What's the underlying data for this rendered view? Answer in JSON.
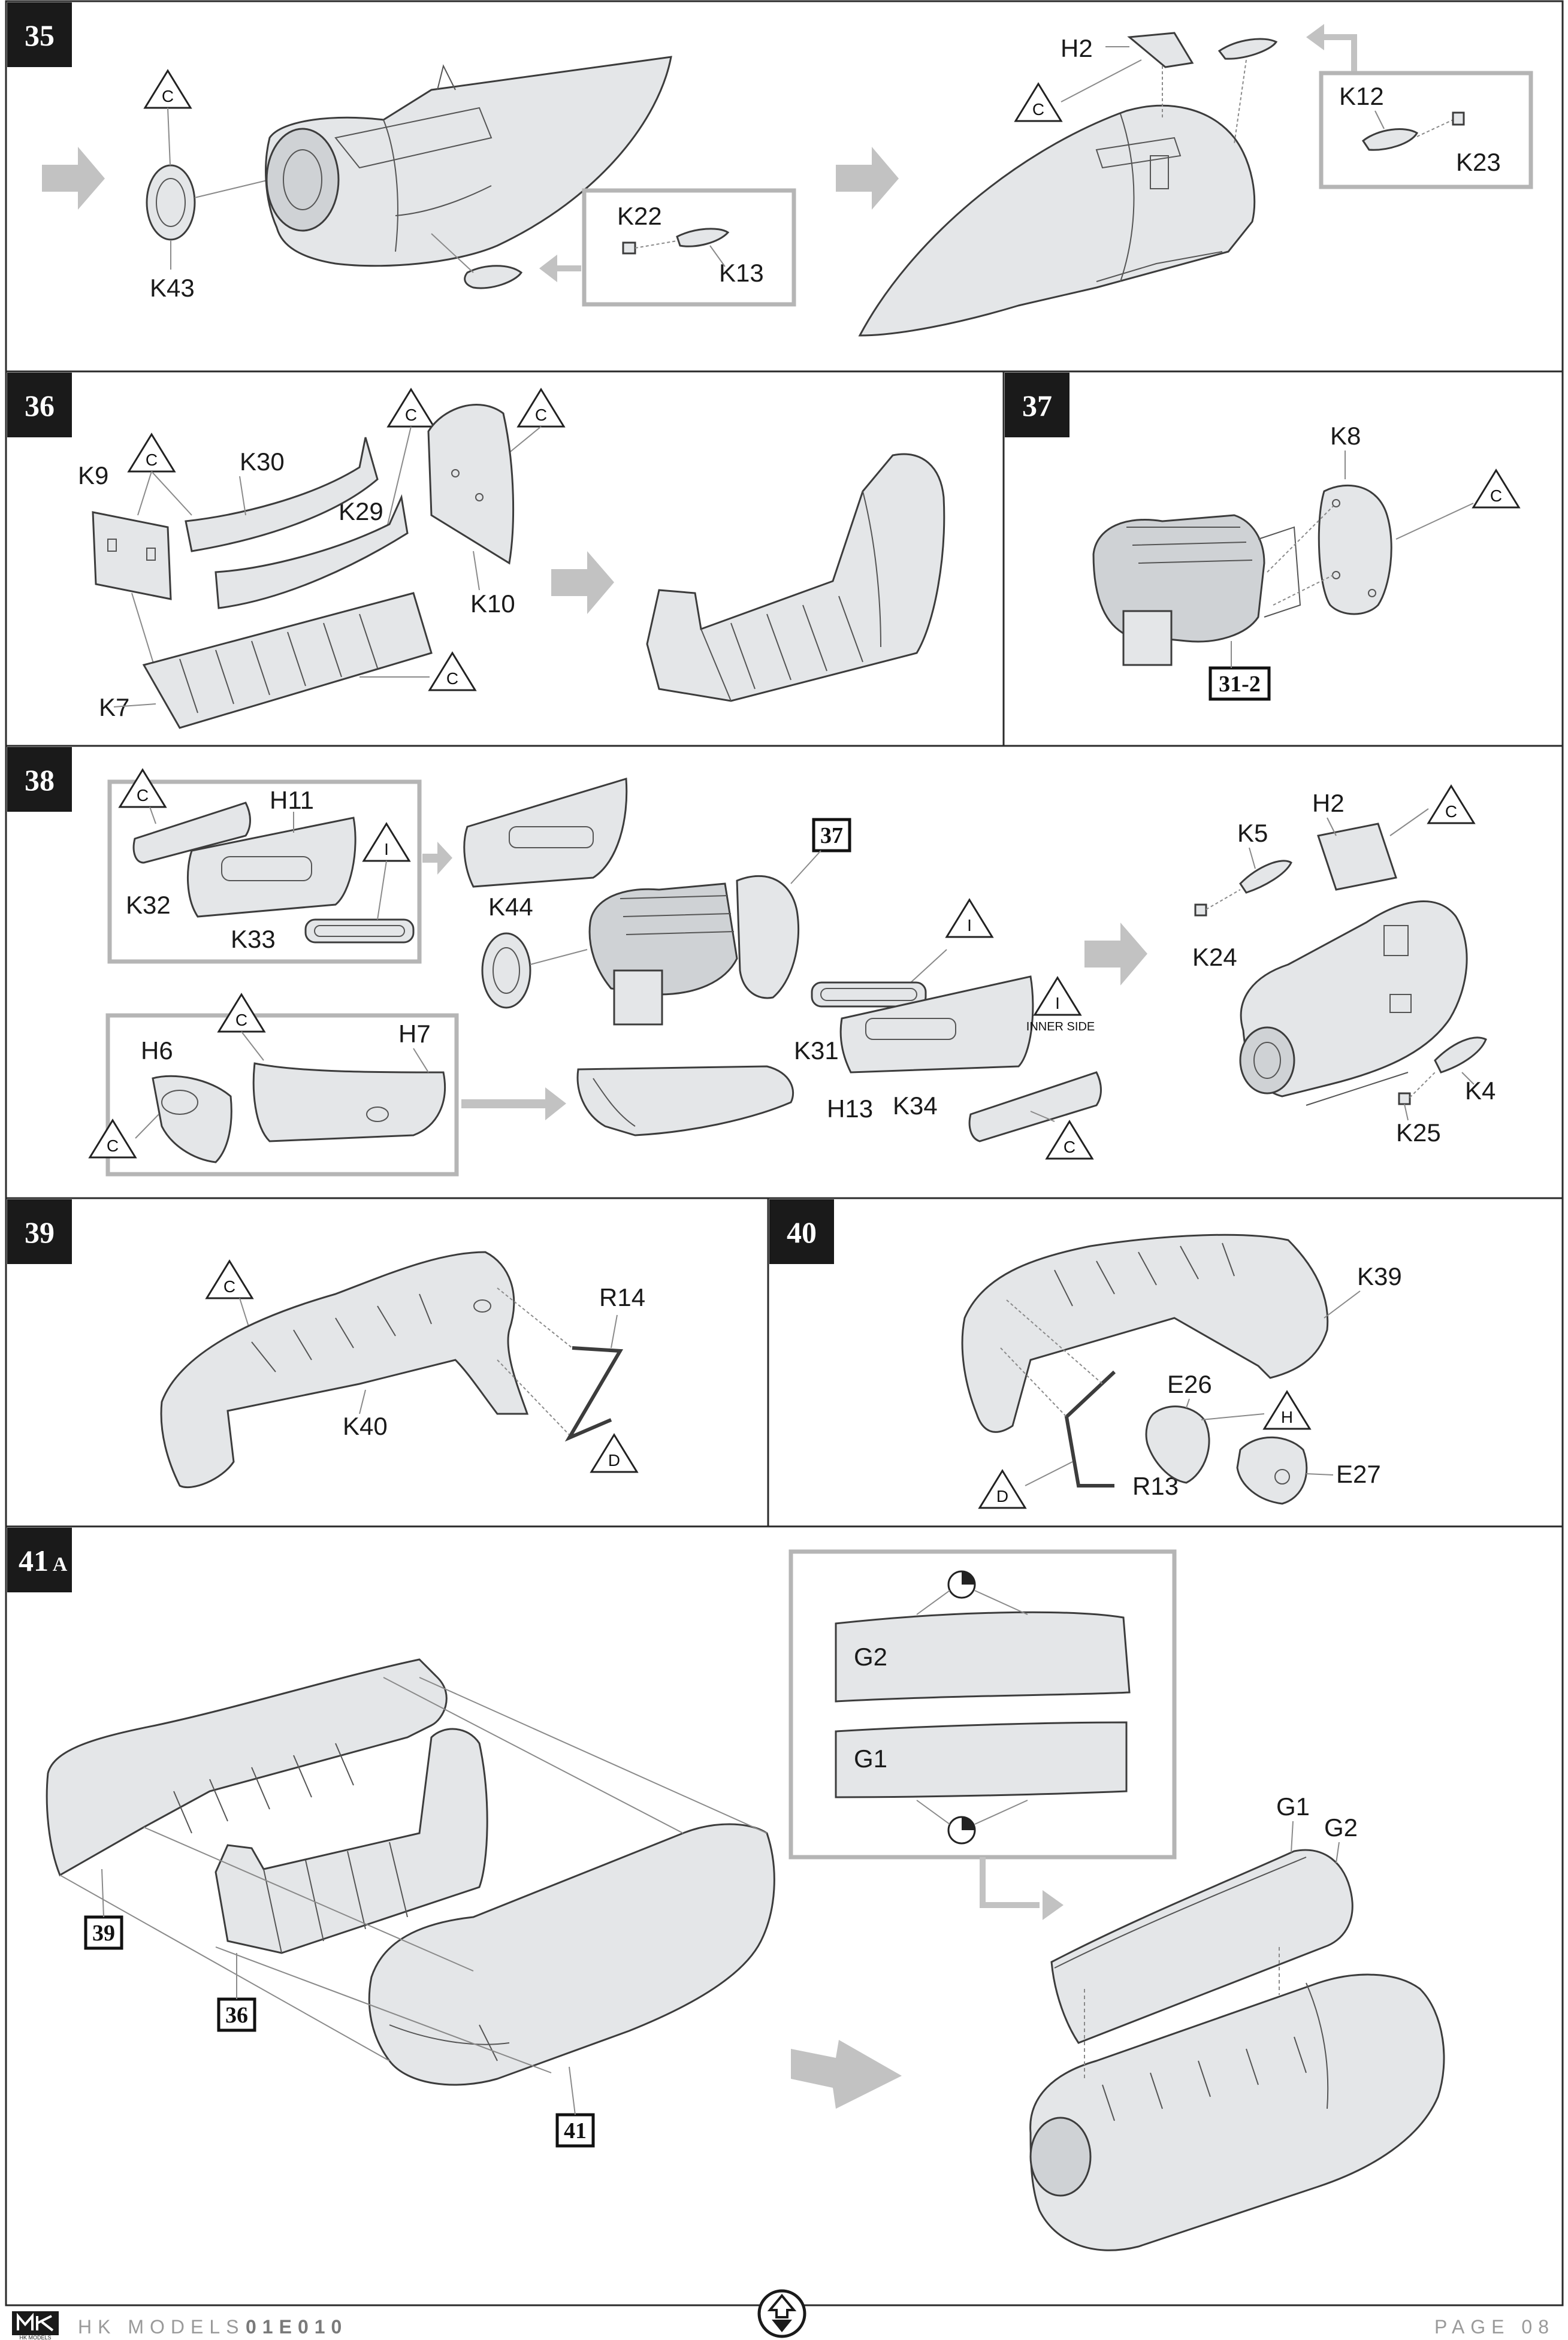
{
  "steps": {
    "s35": {
      "number": "35",
      "labels": {
        "k43": "K43",
        "k22": "K22",
        "k13": "K13",
        "h2": "H2",
        "k12": "K12",
        "k23": "K23"
      },
      "triangles": [
        "C",
        "C"
      ]
    },
    "s36": {
      "number": "36",
      "labels": {
        "k9": "K9",
        "k30": "K30",
        "k29": "K29",
        "k10": "K10",
        "k7": "K7"
      },
      "triangles": [
        "C",
        "C",
        "C",
        "C"
      ]
    },
    "s37": {
      "number": "37",
      "labels": {
        "k8": "K8"
      },
      "ref": "31-2",
      "triangles": [
        "C"
      ]
    },
    "s38": {
      "number": "38",
      "labels": {
        "h11": "H11",
        "k32": "K32",
        "k33": "K33",
        "k44": "K44",
        "h6": "H6",
        "h7": "H7",
        "k31": "K31",
        "h13": "H13",
        "k34": "K34",
        "k5": "K5",
        "h2": "H2",
        "k24": "K24",
        "k4": "K4",
        "k25": "K25"
      },
      "ref": "37",
      "inner_side": "INNER SIDE",
      "triangles": [
        "C",
        "I",
        "C",
        "C",
        "I",
        "I",
        "C",
        "C"
      ]
    },
    "s39": {
      "number": "39",
      "labels": {
        "r14": "R14",
        "k40": "K40"
      },
      "triangles": [
        "C",
        "D"
      ]
    },
    "s40": {
      "number": "40",
      "labels": {
        "k39": "K39",
        "e26": "E26",
        "r13": "R13",
        "e27": "E27"
      },
      "triangles": [
        "H",
        "D"
      ]
    },
    "s41a": {
      "number": "41",
      "suffix": "A",
      "labels": {
        "g2": "G2",
        "g1": "G1",
        "g1b": "G1",
        "g2b": "G2"
      },
      "refs": {
        "r39": "39",
        "r36": "36",
        "r41": "41"
      }
    }
  },
  "footer": {
    "brand": "HK MODELS",
    "code": "01E010",
    "page": "PAGE 08",
    "logo_text": "HK MODELS"
  }
}
